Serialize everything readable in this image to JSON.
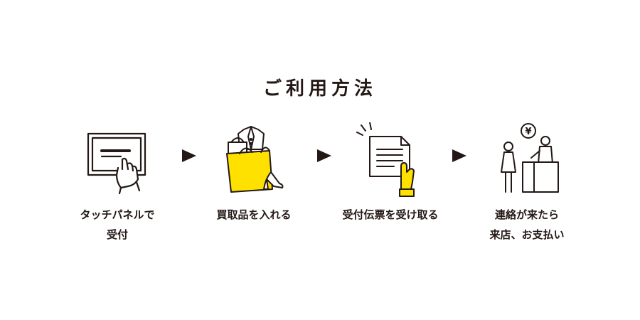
{
  "title": "ご利用方法",
  "accent_color": "#ffe100",
  "line_color": "#231815",
  "steps": [
    {
      "icon": "touch-panel-icon",
      "label_lines": [
        "タッチパネルで",
        "受付"
      ]
    },
    {
      "icon": "shopping-bag-icon",
      "label_lines": [
        "買取品を入れる"
      ]
    },
    {
      "icon": "receipt-slip-icon",
      "label_lines": [
        "受付伝票を受け取る"
      ]
    },
    {
      "icon": "counter-payment-icon",
      "label_lines": [
        "連絡が来たら",
        "来店、お支払い"
      ]
    }
  ]
}
